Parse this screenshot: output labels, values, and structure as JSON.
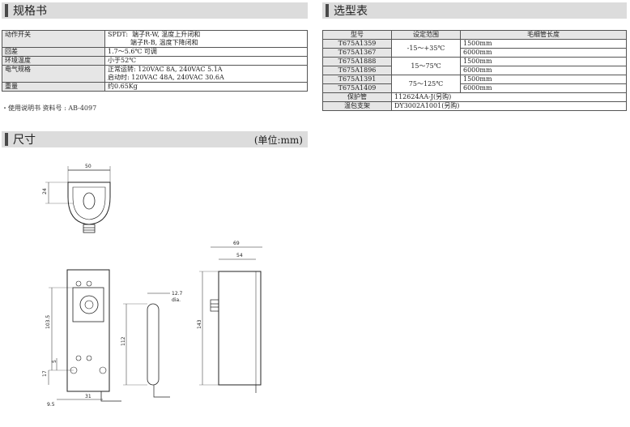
{
  "spec": {
    "title": "规格书",
    "rows": [
      {
        "key": "动作开关",
        "lines": [
          "SPDT:  端子R-W, 温度上升闭和",
          "           端子R-B, 温度下降闭和"
        ]
      },
      {
        "key": "回差",
        "lines": [
          "1.7～5.6℃ 可调"
        ]
      },
      {
        "key": "环境温度",
        "lines": [
          "小于52℃"
        ]
      },
      {
        "key": "电气规格",
        "lines": [
          "正常运转: 120VAC 8A, 240VAC 5.1A",
          "启动时: 120VAC 48A, 240VAC 30.6A"
        ]
      },
      {
        "key": "重量",
        "lines": [
          "约0.65Kg"
        ]
      }
    ],
    "note": "・使用说明书 资料号 : AB-4097"
  },
  "selection": {
    "title": "选型表",
    "headers": [
      "型号",
      "设定范围",
      "毛细管长度"
    ],
    "groups": [
      {
        "range": "-15～+35℃",
        "rows": [
          {
            "model": "T675A1359",
            "length": "1500mm"
          },
          {
            "model": "T675A1367",
            "length": "6000mm"
          }
        ]
      },
      {
        "range": "15～75℃",
        "rows": [
          {
            "model": "T675A1888",
            "length": "1500mm"
          },
          {
            "model": "T675A1896",
            "length": "6000mm"
          }
        ]
      },
      {
        "range": "75～125℃",
        "rows": [
          {
            "model": "T675A1391",
            "length": "1500mm"
          },
          {
            "model": "T675A1409",
            "length": "6000mm"
          }
        ]
      }
    ],
    "accessories": [
      {
        "name": "保护管",
        "value": "112624AA-J(另购)"
      },
      {
        "name": "温包支架",
        "value": "DY3002A1001(另购)"
      }
    ]
  },
  "dims": {
    "title": "尺寸",
    "unit": "(单位:mm)",
    "labels": {
      "w50": "50",
      "h24": "24",
      "w69": "69",
      "w54": "54",
      "h103": "103.5",
      "h5": "5",
      "h17": "17",
      "w9": "9.5",
      "w31": "31",
      "d12": "12.7",
      "dia": "dia.",
      "h112": "112",
      "h143": "143"
    }
  }
}
